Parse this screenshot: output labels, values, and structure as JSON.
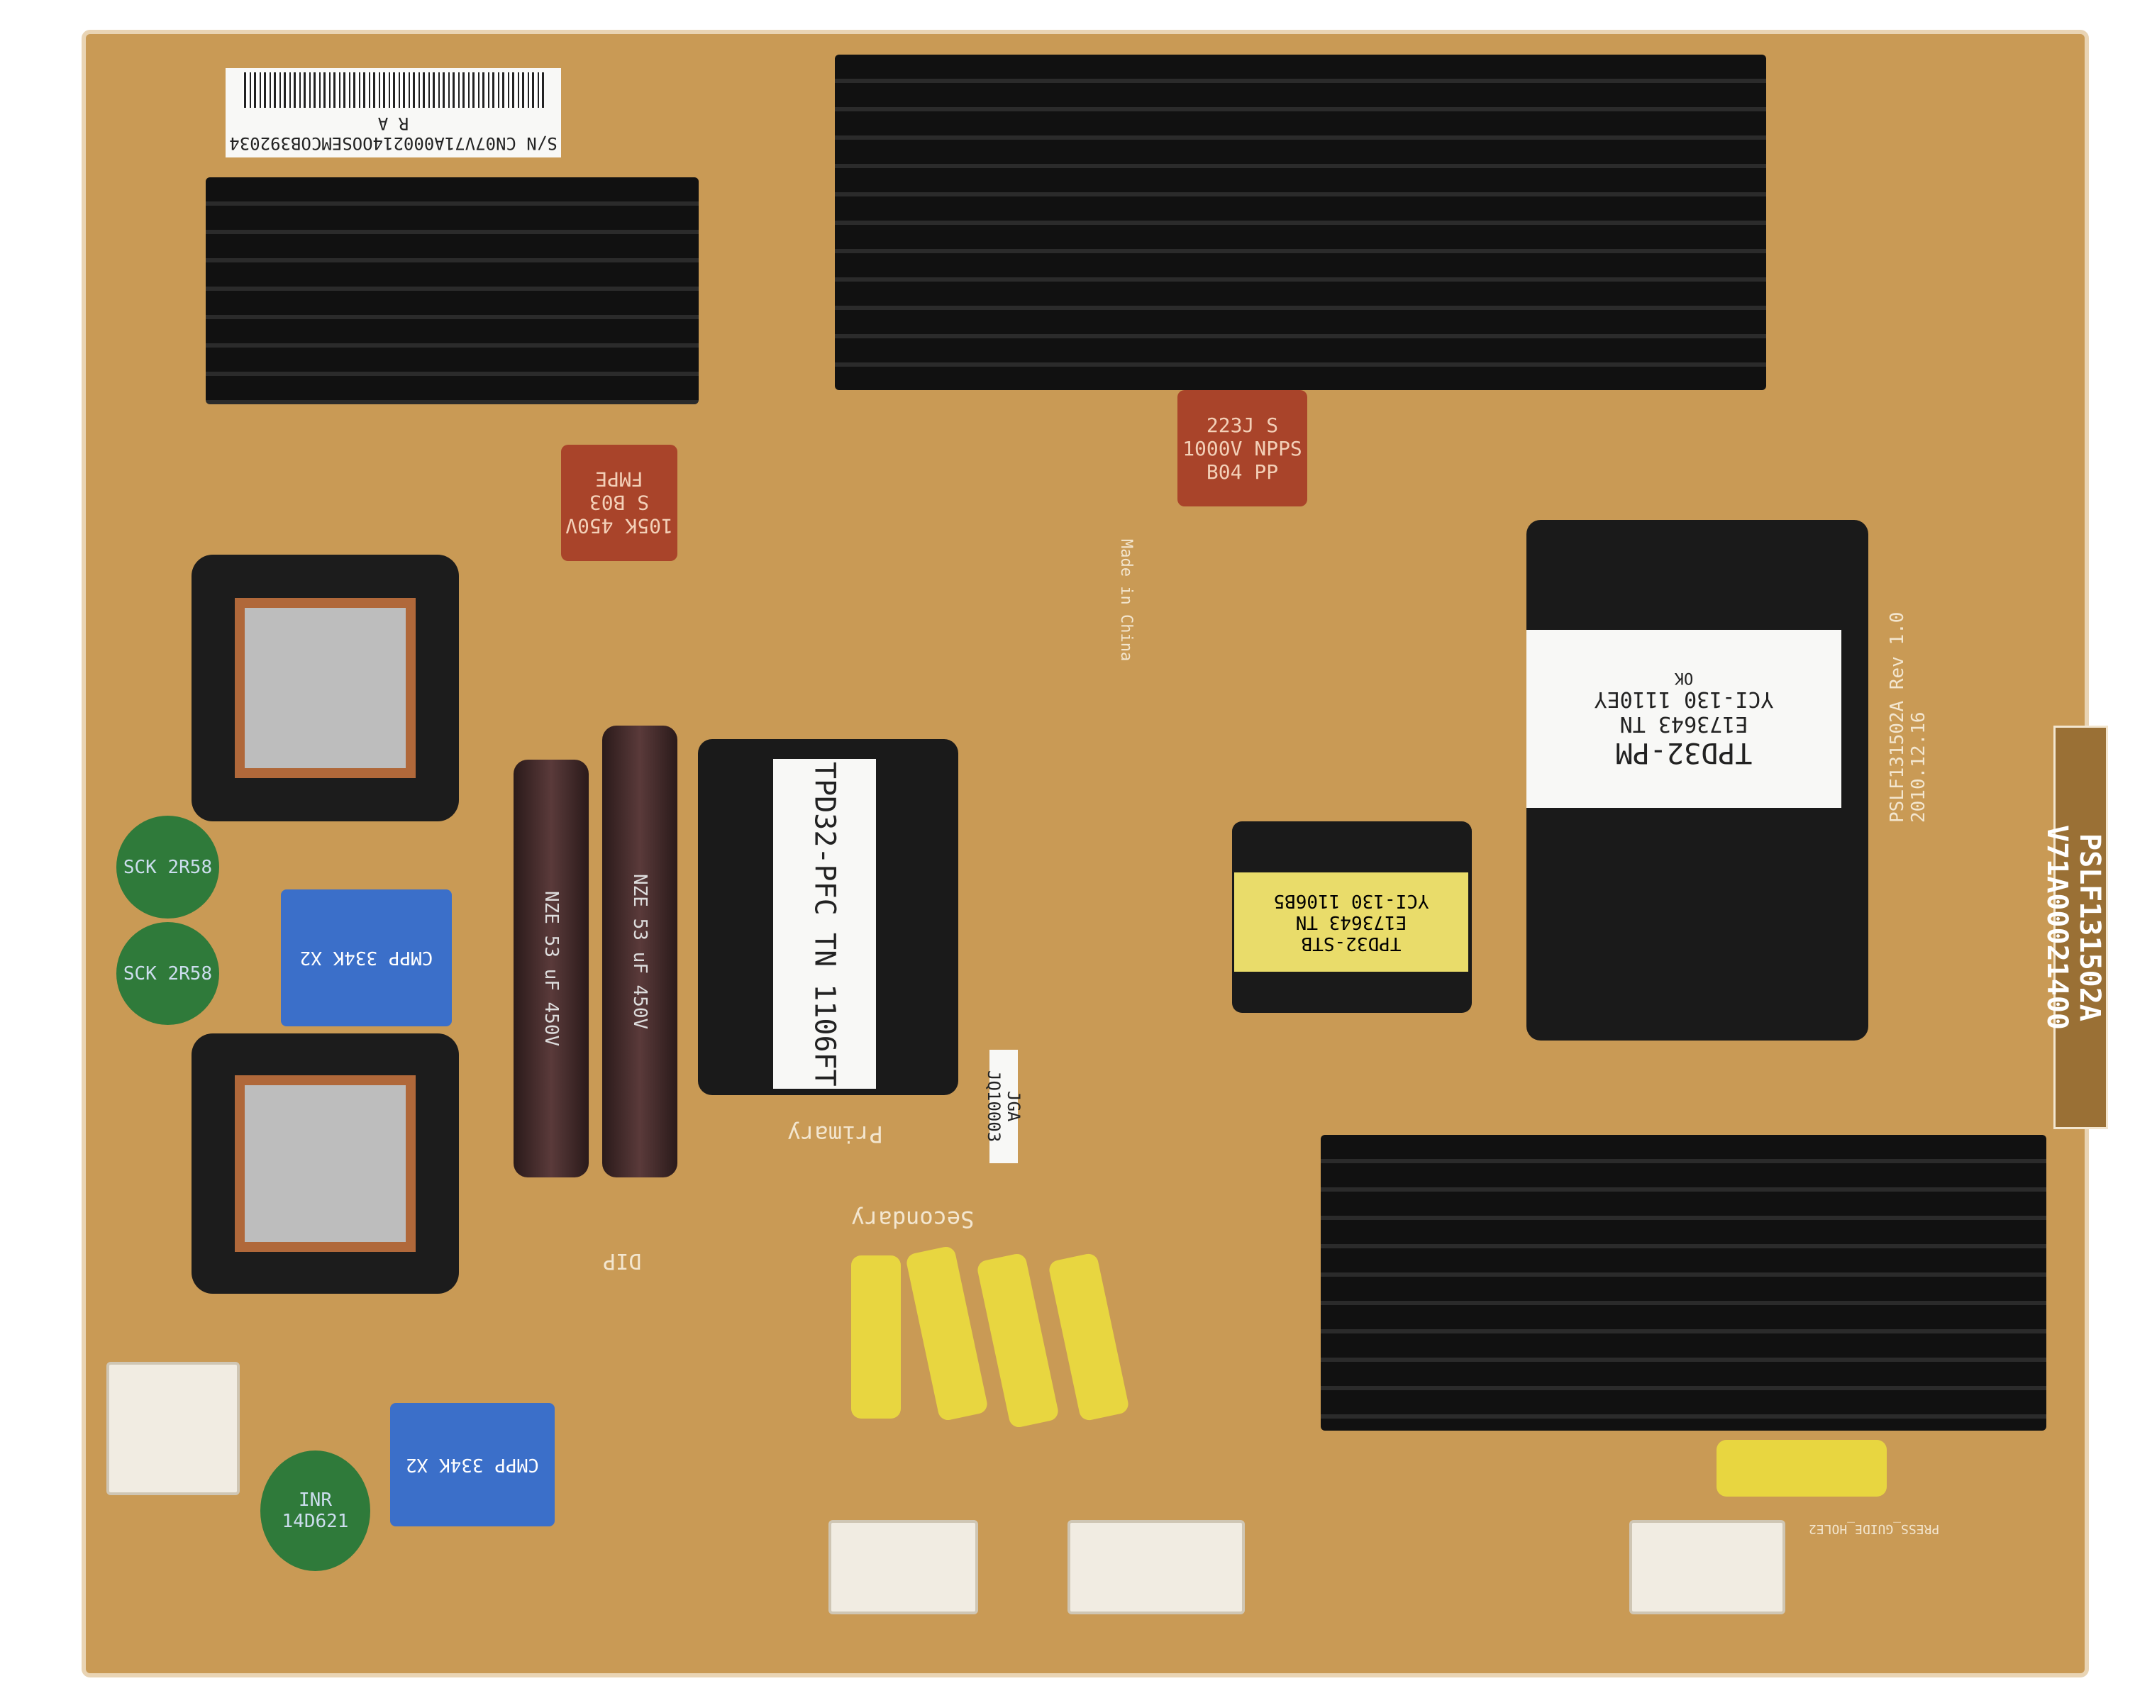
{
  "barcode_label": {
    "serial": "S/N CN07V71A000214OOSEMCOB392034  R A"
  },
  "board_model": {
    "part": "PSLF131502A",
    "version": "V71A00021400"
  },
  "board_rev": {
    "model": "PSLF131502A",
    "rev": "Rev 1.0",
    "date": "2010.12.16"
  },
  "transformer_pm": {
    "name": "TPD32-PM",
    "code": "E173643 TN",
    "lot": "YCI-130 1110EY",
    "mark": "OK"
  },
  "transformer_pfc": {
    "name": "TPD32-PFC",
    "lot": "TN 1106FT"
  },
  "transformer_stb": {
    "name": "TPD32-STB",
    "code": "E173643 TN",
    "lot": "YCI-130 1106B5"
  },
  "capacitors": {
    "red_left": "105K 450V S B03 FMPE",
    "red_top": "223J S 1000V NPPS B04 PP",
    "x2_top": "CMPP 334K X2",
    "x2_bottom": "CMPP 334K X2",
    "electrolytic": "NZE 53 uF 450V",
    "varistor1": "SCK 2R58",
    "varistor2": "SCK 2R58",
    "thermistor": "INR 14D621"
  },
  "silkscreen": {
    "primary": "Primary",
    "secondary": "Secondary",
    "made_in": "Made in China",
    "jq": "JQ10003",
    "jga": "JGA",
    "dip": "DIP",
    "press_guide": "PRESS_GUIDE_HOLE2"
  },
  "colors": {
    "pcb": "#c99a55",
    "heatsink": "#111111",
    "silkscreen": "#f3e6cf"
  }
}
